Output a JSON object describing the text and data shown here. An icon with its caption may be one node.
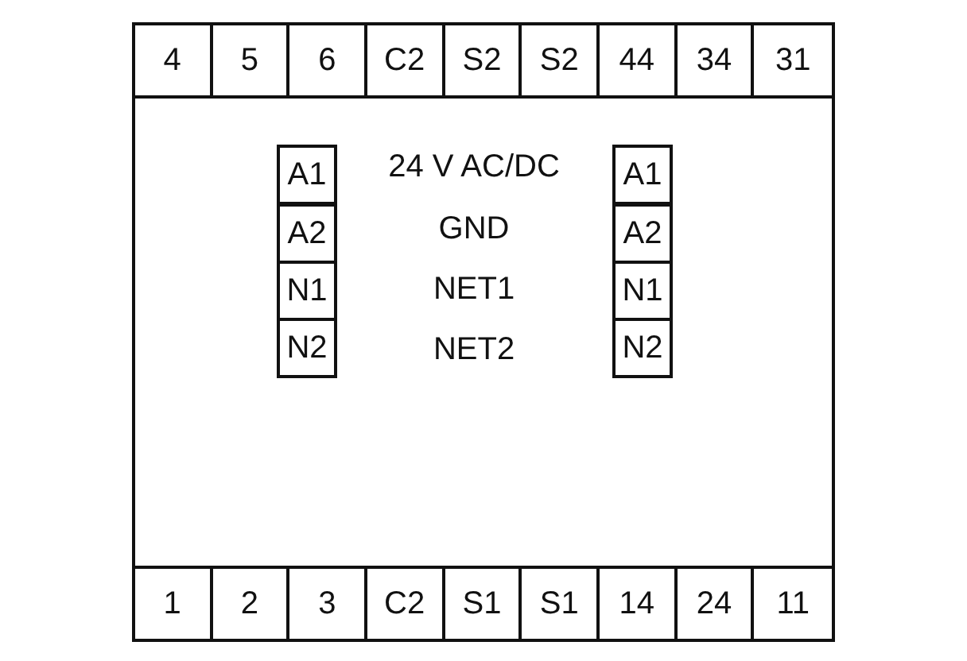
{
  "diagram": {
    "nodes": [
      {
        "text": [],
        "shape": "box"
      },
      {
        "text": [
          "4"
        ],
        "in": 0
      },
      {
        "text": [
          "5"
        ],
        "in": 0
      },
      {
        "text": [
          "6"
        ],
        "in": 0
      },
      {
        "text": [
          "C2"
        ],
        "in": 0
      },
      {
        "text": [
          "S2"
        ],
        "in": 0
      },
      {
        "text": [
          "S2"
        ],
        "in": 0
      },
      {
        "text": [
          "44"
        ],
        "in": 0
      },
      {
        "text": [
          "34"
        ],
        "in": 0
      },
      {
        "text": [
          "31"
        ],
        "in": 0
      },
      {
        "text": [
          "A1"
        ],
        "in": 0
      },
      {
        "text": [
          "A1"
        ],
        "in": 0
      },
      {
        "text": [
          "A2"
        ],
        "in": 0
      },
      {
        "text": [
          "A2"
        ],
        "in": 0
      },
      {
        "text": [
          "N1"
        ],
        "in": 0
      },
      {
        "text": [
          "N1"
        ],
        "in": 0
      },
      {
        "text": [
          "N2"
        ],
        "in": 0
      },
      {
        "text": [
          "N2"
        ],
        "in": 0
      },
      {
        "text": [
          "1"
        ],
        "in": 0
      },
      {
        "text": [
          "2"
        ],
        "in": 0
      },
      {
        "text": [
          "3"
        ],
        "in": 0
      },
      {
        "text": [
          "C2"
        ],
        "in": 0
      },
      {
        "text": [
          "S1"
        ],
        "in": 0
      },
      {
        "text": [
          "S1"
        ],
        "in": 0
      },
      {
        "text": [
          "14"
        ],
        "in": 0
      },
      {
        "text": [
          "24"
        ],
        "in": 0
      },
      {
        "text": [
          "11"
        ],
        "in": 0
      }
    ],
    "labels": [
      "24 V AC/DC",
      "GND",
      "NET1",
      "NET2"
    ]
  }
}
